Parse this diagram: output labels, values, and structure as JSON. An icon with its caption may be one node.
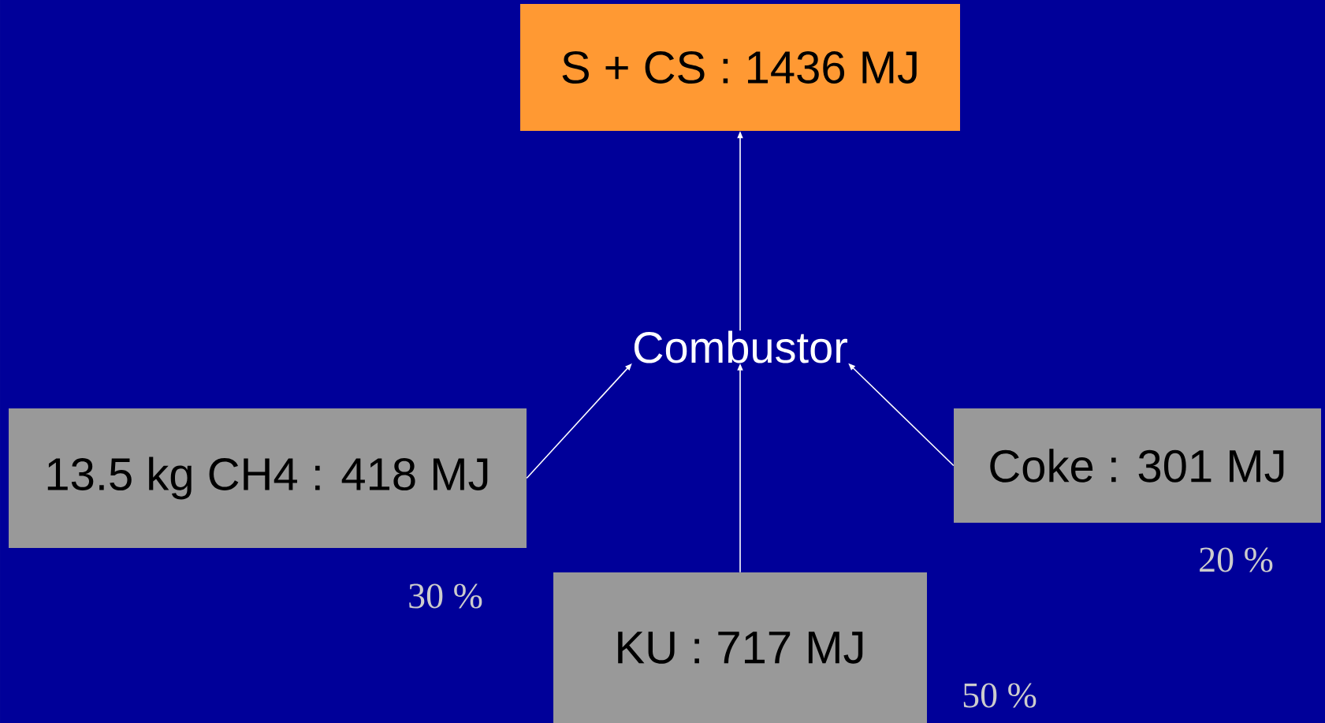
{
  "diagram": {
    "nodes": [
      {
        "text": [
          "S + CS : 1436 MJ"
        ]
      },
      {
        "text": [
          "Combustor"
        ]
      },
      {
        "text": [
          "13.5 kg CH4 : 418 MJ"
        ],
        "beside": [
          "30 %"
        ]
      },
      {
        "text": [
          "Coke :  301 MJ"
        ],
        "beside": [
          "20 %"
        ]
      },
      {
        "text": [
          "KU :  717 MJ"
        ],
        "beside": [
          "50 %"
        ]
      }
    ],
    "edges": [
      {
        "from": 2,
        "to": 1,
        "arrow": "to"
      },
      {
        "from": 3,
        "to": 1,
        "arrow": "to"
      },
      {
        "from": 4,
        "to": 1,
        "arrow": "to"
      },
      {
        "from": 1,
        "to": 0,
        "arrow": "to"
      }
    ]
  }
}
